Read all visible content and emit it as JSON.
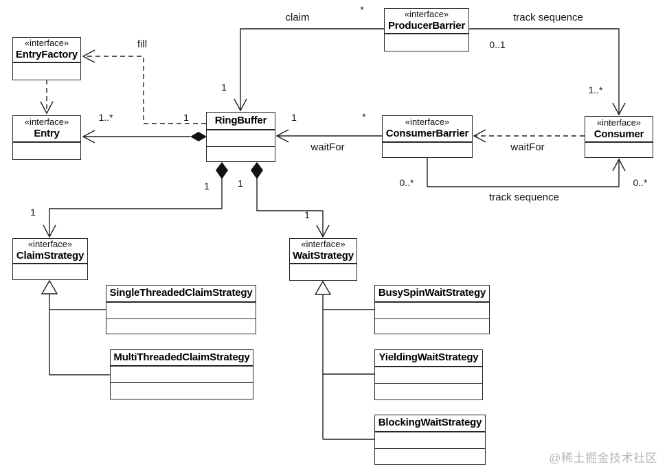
{
  "diagram": {
    "classes": {
      "entry_factory": {
        "stereotype": "«interface»",
        "name": "EntryFactory"
      },
      "entry": {
        "stereotype": "«interface»",
        "name": "Entry"
      },
      "ring_buffer": {
        "name": "RingBuffer"
      },
      "producer_barrier": {
        "stereotype": "«interface»",
        "name": "ProducerBarrier"
      },
      "consumer_barrier": {
        "stereotype": "«interface»",
        "name": "ConsumerBarrier"
      },
      "consumer": {
        "stereotype": "«interface»",
        "name": "Consumer"
      },
      "claim_strategy": {
        "stereotype": "«interface»",
        "name": "ClaimStrategy"
      },
      "wait_strategy": {
        "stereotype": "«interface»",
        "name": "WaitStrategy"
      },
      "single_threaded_claim_strategy": {
        "name": "SingleThreadedClaimStrategy"
      },
      "multi_threaded_claim_strategy": {
        "name": "MultiThreadedClaimStrategy"
      },
      "busy_spin_wait_strategy": {
        "name": "BusySpinWaitStrategy"
      },
      "yielding_wait_strategy": {
        "name": "YieldingWaitStrategy"
      },
      "blocking_wait_strategy": {
        "name": "BlockingWaitStrategy"
      }
    },
    "labels": {
      "claim": "claim",
      "fill": "fill",
      "track_sequence_top": "track sequence",
      "track_sequence_bottom": "track sequence",
      "wait_for_ringbuffer": "waitFor",
      "wait_for_consumer": "waitFor"
    },
    "multiplicities": {
      "claim_source": "*",
      "claim_target": "1",
      "track_top_source": "0..1",
      "track_top_target": "1..*",
      "entry_target": "1..*",
      "fill_source": "1",
      "waitfor_target": "1",
      "waitfor_source": "*",
      "track_bottom_source": "0..*",
      "track_bottom_target": "0..*",
      "claim_strategy_source": "1",
      "wait_strategy_source": "1",
      "claim_strategy_target": "1",
      "wait_strategy_target": "1"
    }
  },
  "watermark": "@稀土掘金技术社区"
}
